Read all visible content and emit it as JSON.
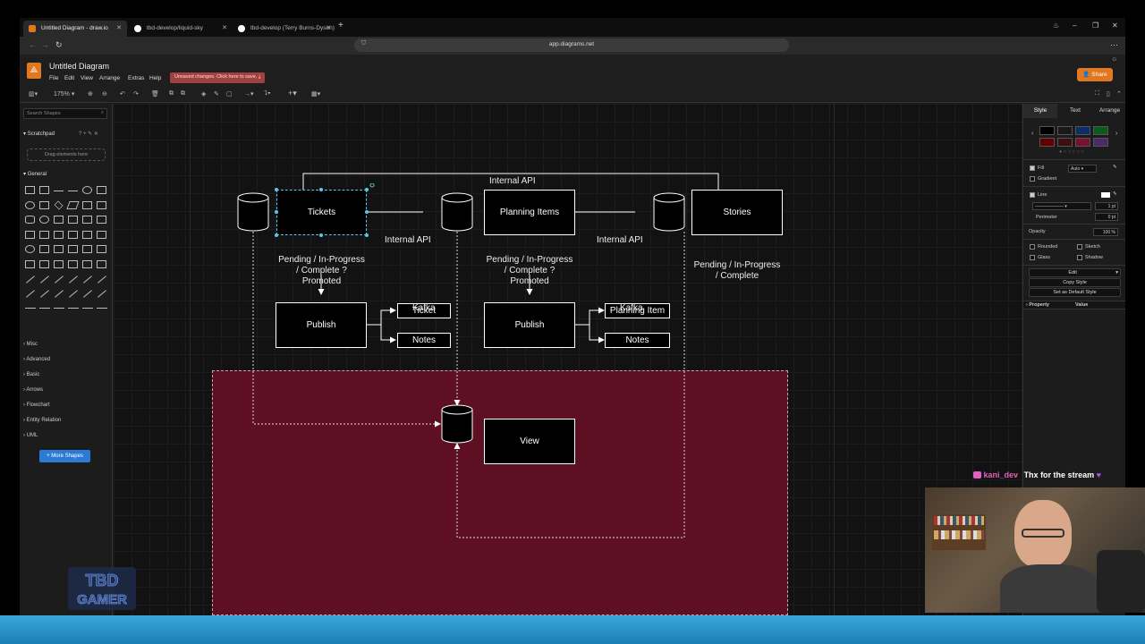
{
  "browser": {
    "tabs": [
      {
        "label": "Untitled Diagram - draw.io",
        "active": true,
        "color": "#e1771e"
      },
      {
        "label": "tbd-develop/liquid-sky",
        "active": false,
        "color": "#ffffff"
      },
      {
        "label": "tbd-develop (Terry Burns-Dyson)",
        "active": false,
        "color": "#ffffff"
      }
    ],
    "new_tab": "+",
    "url": "app.diagrams.net"
  },
  "app": {
    "title": "Untitled Diagram",
    "menus": [
      "File",
      "Edit",
      "View",
      "Arrange",
      "Extras",
      "Help"
    ],
    "unsaved_notice": "Unsaved changes. Click here to save.",
    "share_label": "Share",
    "zoom": "175%"
  },
  "left_panel": {
    "search_placeholder": "Search Shapes",
    "scratchpad_label": "Scratchpad",
    "scratchpad_tools": "? + ✎ ✕",
    "drag_hint": "Drag elements here",
    "general_label": "General",
    "categories": [
      "Misc",
      "Advanced",
      "Basic",
      "Arrows",
      "Flowchart",
      "Entity Relation",
      "UML"
    ],
    "more_shapes": "+ More Shapes"
  },
  "right_panel": {
    "tabs": [
      "Style",
      "Text",
      "Arrange"
    ],
    "swatches": [
      "#000000",
      "#1a1a1a",
      "#0a2e66",
      "#0a5c1e",
      "#660000",
      "#3d1010",
      "#7a1030",
      "#4a2a6a"
    ],
    "fill_label": "Fill",
    "fill_value": "Auto",
    "gradient_label": "Gradient",
    "line_label": "Line",
    "line_width": "1 pt",
    "perimeter_label": "Perimeter",
    "perimeter_value": "0 pt",
    "opacity_label": "Opacity",
    "opacity_value": "100 %",
    "rounded_label": "Rounded",
    "sketch_label": "Sketch",
    "glass_label": "Glass",
    "shadow_label": "Shadow",
    "edit_label": "Edit",
    "copy_style": "Copy Style",
    "set_default_style": "Set as Default Style",
    "property_header": "Property",
    "value_header": "Value"
  },
  "diagram": {
    "top_api_label": "Internal API",
    "tickets_label": "Tickets",
    "planning_label": "Planning Items",
    "stories_label": "Stories",
    "api_label_1": "Internal API",
    "api_label_2": "Internal API",
    "tickets_states": "Pending / In-Progress\n/ Complete ?\nPromoted",
    "planning_states": "Pending / In-Progress\n/ Complete ?\nPromoted",
    "stories_states": "Pending / In-Progress\n/ Complete",
    "publish_1": "Publish",
    "publish_2": "Publish",
    "kafka_1": "Kafka",
    "kafka_2": "Kafka",
    "ticket_topic": "Ticket",
    "notes_topic_1": "Notes",
    "planning_topic": "Planning Item",
    "notes_topic_2": "Notes",
    "view_label": "View",
    "region_color": "#5e0f22"
  },
  "chat": {
    "user": "kani_dev",
    "message": "Thx for the stream",
    "user_color": "#e060c0"
  },
  "overlay_logo": {
    "line1": "TBD",
    "line2": "GAMER"
  }
}
